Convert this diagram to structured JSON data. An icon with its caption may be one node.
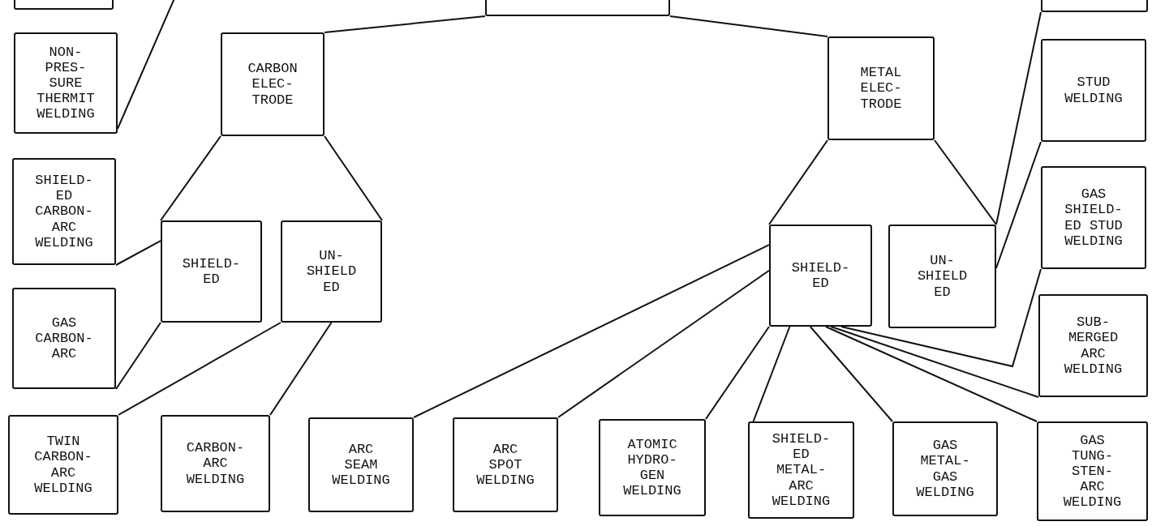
{
  "diagram": {
    "nodes": [
      {
        "text": [],
        "shape": "box"
      },
      {
        "text": [],
        "shape": "box"
      },
      {
        "text": [],
        "shape": "box"
      },
      {
        "text": [
          "NON- PRES- SURE THERMIT WELDING"
        ]
      },
      {
        "text": [
          "CARBON ELEC- TRODE"
        ]
      },
      {
        "text": [
          "METAL ELEC- TRODE"
        ]
      },
      {
        "text": [
          "STUD WELDING"
        ]
      },
      {
        "text": [
          "SHIELD- ED CARBON- ARC WELDING"
        ]
      },
      {
        "text": [
          "SHIELD- ED"
        ]
      },
      {
        "text": [
          "UN- SHIELD ED"
        ]
      },
      {
        "text": [
          "SHIELD- ED"
        ]
      },
      {
        "text": [
          "UN- SHIELD ED"
        ]
      },
      {
        "text": [
          "GAS SHIELD- ED STUD WELDING"
        ]
      },
      {
        "text": [
          "GAS CARBON- ARC"
        ]
      },
      {
        "text": [
          "SUB- MERGED ARC WELDING"
        ]
      },
      {
        "text": [
          "TWIN CARBON- ARC WELDING"
        ]
      },
      {
        "text": [
          "CARBON- ARC WELDING"
        ]
      },
      {
        "text": [
          "ARC SEAM WELDING"
        ]
      },
      {
        "text": [
          "ARC SPOT WELDING"
        ]
      },
      {
        "text": [
          "ATOMIC HYDRO- GEN WELDING"
        ]
      },
      {
        "text": [
          "SHIELD- ED METAL- ARC WELDING"
        ]
      },
      {
        "text": [
          "GAS METAL- GAS WELDING"
        ]
      },
      {
        "text": [
          "GAS TUNG- STEN- ARC WELDING"
        ]
      }
    ],
    "edges": [
      {
        "from": 1,
        "to": 4,
        "arrow": "none"
      },
      {
        "from": 1,
        "to": 5,
        "arrow": "none"
      },
      {
        "from": null,
        "to": 3,
        "arrow": "none"
      },
      {
        "from": 4,
        "to": 8,
        "arrow": "none"
      },
      {
        "from": 4,
        "to": 9,
        "arrow": "none"
      },
      {
        "from": 5,
        "to": 10,
        "arrow": "none"
      },
      {
        "from": 5,
        "to": 11,
        "arrow": "none"
      },
      {
        "from": 11,
        "to": 2,
        "arrow": "none"
      },
      {
        "from": 11,
        "to": 6,
        "arrow": "none"
      },
      {
        "from": 8,
        "to": 7,
        "arrow": "none"
      },
      {
        "from": 8,
        "to": 13,
        "arrow": "none"
      },
      {
        "from": 9,
        "to": 15,
        "arrow": "none"
      },
      {
        "from": 9,
        "to": 16,
        "arrow": "none"
      },
      {
        "from": 10,
        "to": 17,
        "arrow": "none"
      },
      {
        "from": 10,
        "to": 18,
        "arrow": "none"
      },
      {
        "from": 10,
        "to": 19,
        "arrow": "none"
      },
      {
        "from": 10,
        "to": 20,
        "arrow": "none"
      },
      {
        "from": 10,
        "to": 21,
        "arrow": "none"
      },
      {
        "from": 10,
        "to": 22,
        "arrow": "none"
      },
      {
        "from": 10,
        "to": 14,
        "arrow": "none"
      },
      {
        "from": 10,
        "to": 12,
        "arrow": "none"
      }
    ]
  }
}
